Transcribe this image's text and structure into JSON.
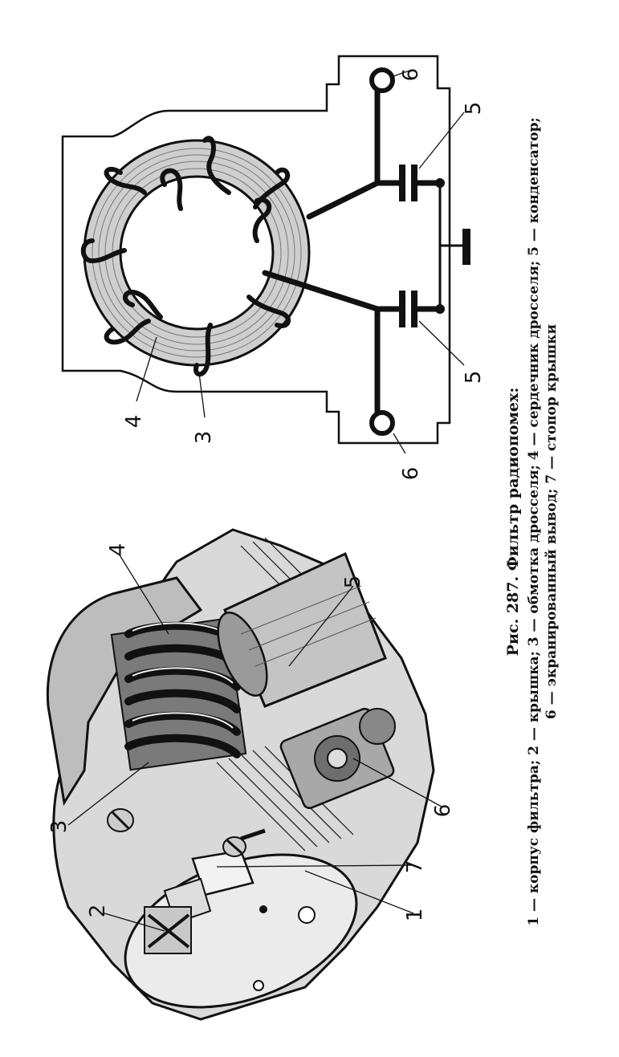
{
  "caption": {
    "title": "Рис. 287. Фильтр радиопомех:",
    "line1": "1 — корпус фильтра; 2 — крышка; 3 — обмотка дросселя; 4 — сердечник дросселя; 5 — конденсатор;",
    "line2": "6 — экранированный вывод; 7 — стопор крышки"
  },
  "left_figure": {
    "labels": [
      "2",
      "3",
      "4",
      "5",
      "6",
      "7",
      "1"
    ]
  },
  "right_figure": {
    "labels": [
      "6",
      "5",
      "4",
      "3",
      "5",
      "6"
    ]
  }
}
